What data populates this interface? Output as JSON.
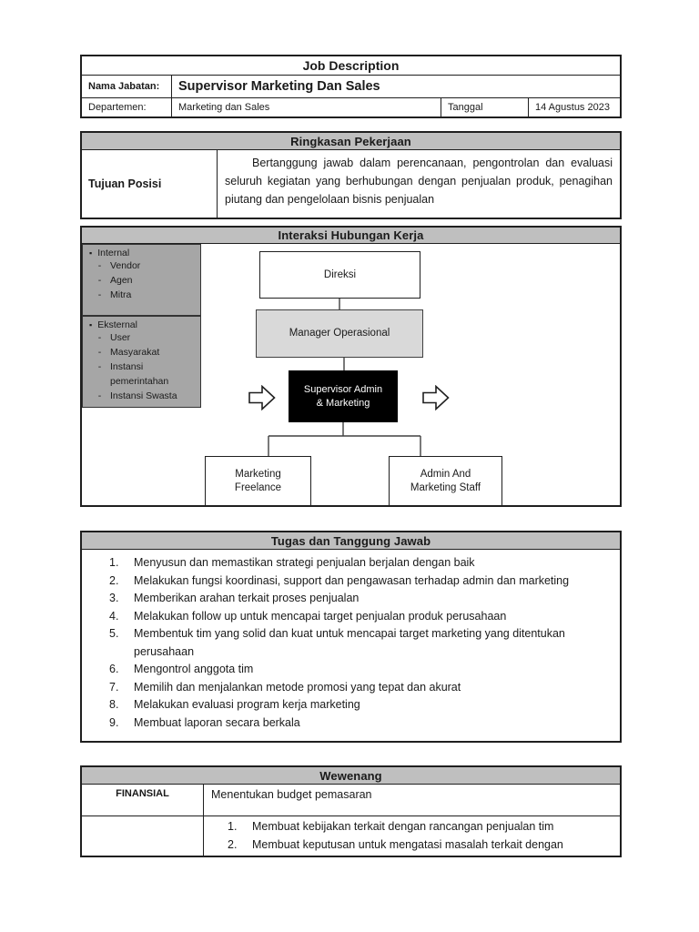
{
  "doc": {
    "title": "Job Description",
    "name_label": "Nama Jabatan:",
    "name_value": "Supervisor Marketing Dan Sales",
    "dept_label": "Departemen:",
    "dept_value": "Marketing dan Sales",
    "date_label": "Tanggal",
    "date_value": "14 Agustus 2023"
  },
  "ringkasan": {
    "title": "Ringkasan Pekerjaan",
    "row_label": "Tujuan Posisi",
    "row_text": "Bertanggung jawab dalam perencanaan, pengontrolan dan evaluasi seluruh kegiatan yang berhubungan dengan penjualan produk, penagihan piutang dan pengelolaan bisnis penjualan"
  },
  "interaksi": {
    "title": "Interaksi Hubungan Kerja",
    "internal": {
      "title": "Internal",
      "items": [
        "Vendor",
        "Agen",
        "Mitra"
      ]
    },
    "eksternal": {
      "title": "Eksternal",
      "items": [
        "User",
        "Masyarakat",
        "Instansi pemerintahan",
        "Instansi Swasta"
      ]
    },
    "direksi": "Direksi",
    "manager": "Manager Operasional",
    "supervisor_line1": "Supervisor Admin",
    "supervisor_line2": "& Marketing",
    "child1_line1": "Marketing",
    "child1_line2": "Freelance",
    "child2_line1": "Admin And",
    "child2_line2": "Marketing Staff"
  },
  "tugas": {
    "title": "Tugas dan Tanggung Jawab",
    "items": [
      "Menyusun dan memastikan strategi penjualan berjalan dengan baik",
      "Melakukan fungsi koordinasi, support dan pengawasan terhadap admin dan marketing",
      "Memberikan arahan terkait proses penjualan",
      "Melakukan follow up untuk mencapai target penjualan produk perusahaan",
      "Membentuk tim yang solid dan kuat untuk mencapai target marketing yang ditentukan perusahaan",
      "Mengontrol anggota tim",
      "Memilih dan menjalankan metode promosi yang tepat dan akurat",
      "Melakukan evaluasi program kerja marketing",
      "Membuat laporan secara berkala"
    ]
  },
  "wewenang": {
    "title": "Wewenang",
    "row1_label": "FINANSIAL",
    "row1_text": "Menentukan budget pemasaran",
    "items": [
      "Membuat kebijakan terkait dengan rancangan penjualan tim",
      "Membuat keputusan untuk mengatasi masalah terkait dengan"
    ]
  },
  "colors": {
    "band_gray": "#bfbfbf",
    "side_box_gray": "#a6a6a6",
    "manager_gray": "#d9d9d9",
    "supervisor_black": "#000000"
  }
}
